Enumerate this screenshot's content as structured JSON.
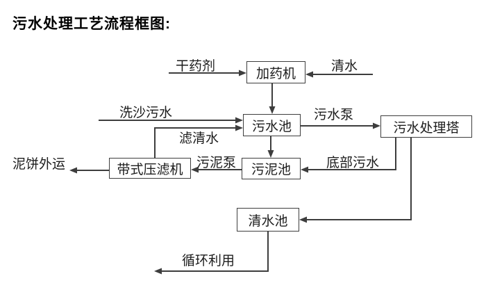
{
  "page": {
    "title": "污水处理工艺流程框图:"
  },
  "diagram": {
    "background": "#ffffff",
    "line_color": "#3d3d3d",
    "text_color": "#1c1c1c",
    "nodes": [
      {
        "id": "dosing-machine",
        "label": "加药机"
      },
      {
        "id": "sewage-pool",
        "label": "污水池"
      },
      {
        "id": "treatment-tower",
        "label": "污水处理塔"
      },
      {
        "id": "sludge-pool",
        "label": "污泥池"
      },
      {
        "id": "belt-filter-press",
        "label": "带式压滤机"
      },
      {
        "id": "clean-water-pool",
        "label": "清水池"
      }
    ],
    "flow_labels": [
      {
        "id": "dry-agent",
        "label": "干药剂"
      },
      {
        "id": "clean-water",
        "label": "清水"
      },
      {
        "id": "sand-washing-sewage",
        "label": "洗沙污水"
      },
      {
        "id": "filtered-water",
        "label": "滤清水"
      },
      {
        "id": "sewage-pump",
        "label": "污水泵"
      },
      {
        "id": "bottom-sewage",
        "label": "底部污水"
      },
      {
        "id": "sludge-pump",
        "label": "污泥泵"
      },
      {
        "id": "mud-cake-outbound",
        "label": "泥饼外运"
      },
      {
        "id": "recycling",
        "label": "循环利用"
      }
    ]
  }
}
